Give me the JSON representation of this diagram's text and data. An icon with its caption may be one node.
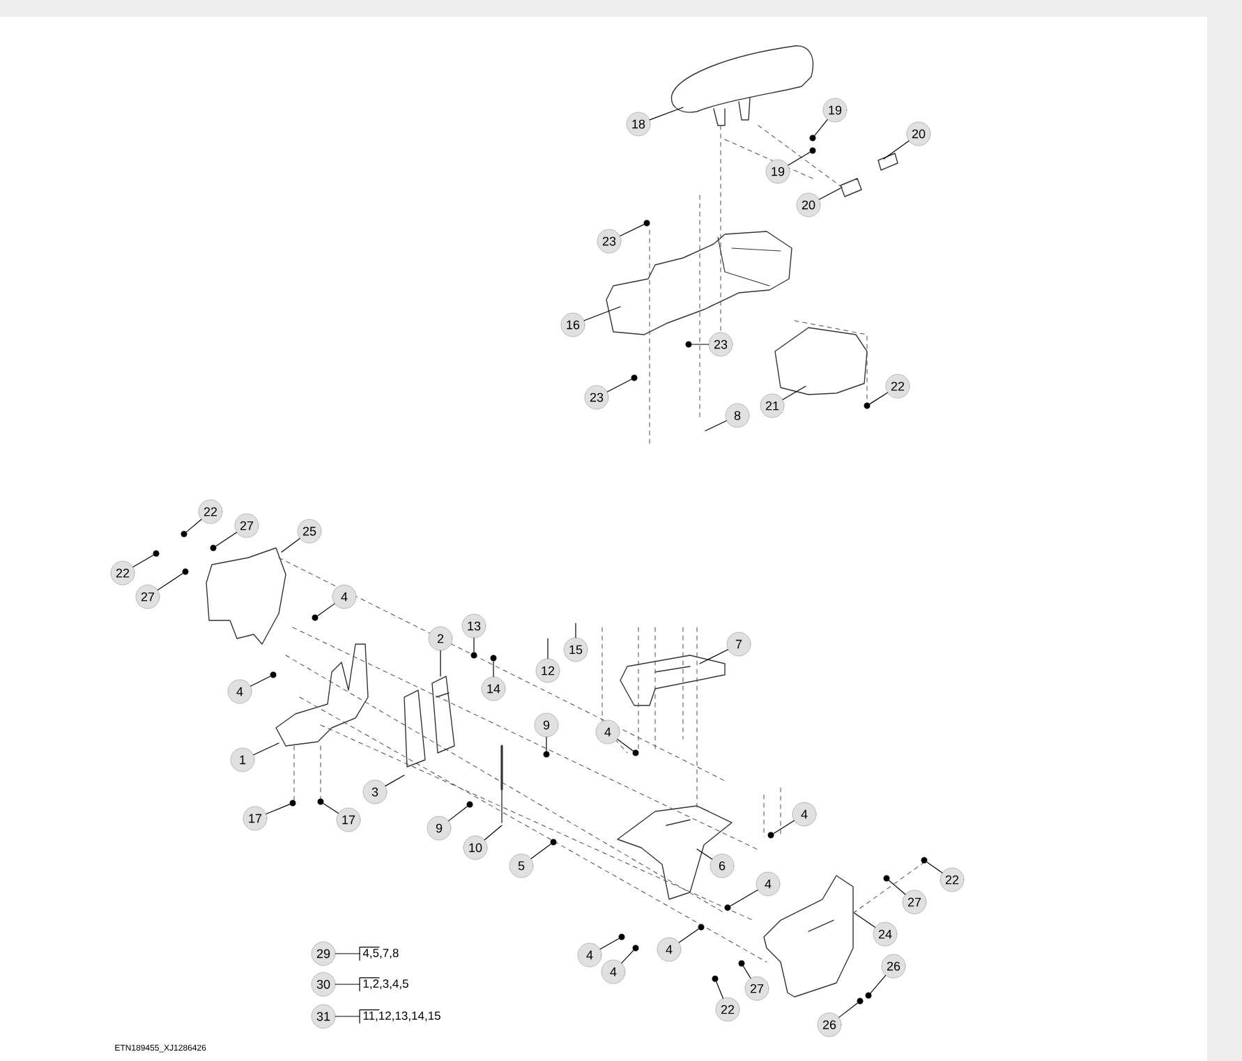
{
  "diagram": {
    "nodes": [
      {
        "text": [
          "18"
        ]
      },
      {
        "text": [
          "19"
        ]
      },
      {
        "text": [
          "19"
        ]
      },
      {
        "text": [
          "20"
        ]
      },
      {
        "text": [
          "20"
        ]
      },
      {
        "text": [
          "23"
        ]
      },
      {
        "text": [
          "16"
        ]
      },
      {
        "text": [
          "23"
        ]
      },
      {
        "text": [
          "23"
        ]
      },
      {
        "text": [
          "21"
        ]
      },
      {
        "text": [
          "22"
        ]
      },
      {
        "text": [
          "8"
        ]
      },
      {
        "text": [
          "22"
        ]
      },
      {
        "text": [
          "27"
        ]
      },
      {
        "text": [
          "25"
        ]
      },
      {
        "text": [
          "22"
        ]
      },
      {
        "text": [
          "27"
        ]
      },
      {
        "text": [
          "4"
        ]
      },
      {
        "text": [
          "2"
        ]
      },
      {
        "text": [
          "13"
        ]
      },
      {
        "text": [
          "15"
        ]
      },
      {
        "text": [
          "12"
        ]
      },
      {
        "text": [
          "14"
        ]
      },
      {
        "text": [
          "7"
        ]
      },
      {
        "text": [
          "4"
        ]
      },
      {
        "text": [
          "9"
        ]
      },
      {
        "text": [
          "1"
        ]
      },
      {
        "text": [
          "4"
        ]
      },
      {
        "text": [
          "3"
        ]
      },
      {
        "text": [
          "17"
        ]
      },
      {
        "text": [
          "17"
        ]
      },
      {
        "text": [
          "9"
        ]
      },
      {
        "text": [
          "10"
        ]
      },
      {
        "text": [
          "5"
        ]
      },
      {
        "text": [
          "6"
        ]
      },
      {
        "text": [
          "4"
        ]
      },
      {
        "text": [
          "4"
        ]
      },
      {
        "text": [
          "27"
        ]
      },
      {
        "text": [
          "22"
        ]
      },
      {
        "text": [
          "24"
        ]
      },
      {
        "text": [
          "4"
        ]
      },
      {
        "text": [
          "4"
        ]
      },
      {
        "text": [
          "4"
        ]
      },
      {
        "text": [
          "22"
        ]
      },
      {
        "text": [
          "27"
        ]
      },
      {
        "text": [
          "26"
        ]
      },
      {
        "text": [
          "26"
        ]
      },
      {
        "text": [
          "29"
        ]
      },
      {
        "text": [
          "30"
        ]
      },
      {
        "text": [
          "31"
        ]
      },
      {
        "text": [
          "4,5,7,8"
        ]
      },
      {
        "text": [
          "1,2,3,4,5"
        ]
      },
      {
        "text": [
          "11,12,13,14,15"
        ]
      },
      {
        "text": [],
        "shape": "circle"
      },
      {
        "text": [],
        "shape": "circle"
      },
      {
        "text": [],
        "shape": "circle"
      },
      {
        "text": [],
        "shape": "circle"
      },
      {
        "text": [],
        "shape": "circle"
      },
      {
        "text": [],
        "shape": "circle"
      },
      {
        "text": [],
        "shape": "circle"
      },
      {
        "text": [],
        "shape": "circle"
      },
      {
        "text": [],
        "shape": "circle"
      },
      {
        "text": [],
        "shape": "circle"
      },
      {
        "text": [],
        "shape": "circle"
      },
      {
        "text": [],
        "shape": "circle"
      },
      {
        "text": [],
        "shape": "circle"
      },
      {
        "text": [],
        "shape": "circle"
      },
      {
        "text": [],
        "shape": "circle"
      },
      {
        "text": [],
        "shape": "circle"
      },
      {
        "text": [],
        "shape": "circle"
      },
      {
        "text": [],
        "shape": "circle"
      },
      {
        "text": [],
        "shape": "circle"
      },
      {
        "text": [],
        "shape": "circle"
      },
      {
        "text": [],
        "shape": "circle"
      },
      {
        "text": [],
        "shape": "circle"
      },
      {
        "text": [],
        "shape": "circle"
      },
      {
        "text": [],
        "shape": "circle"
      },
      {
        "text": [],
        "shape": "circle"
      },
      {
        "text": [],
        "shape": "circle"
      },
      {
        "text": [],
        "shape": "circle"
      },
      {
        "text": [],
        "shape": "circle"
      },
      {
        "text": [],
        "shape": "circle"
      },
      {
        "text": [],
        "shape": "circle"
      },
      {
        "text": [],
        "shape": "circle"
      }
    ],
    "edges": [
      {
        "from": 0,
        "to": null,
        "arrow": "none"
      },
      {
        "from": 1,
        "to": 53,
        "arrow": "none"
      },
      {
        "from": 2,
        "to": 54,
        "arrow": "none"
      },
      {
        "from": 3,
        "to": null,
        "arrow": "none"
      },
      {
        "from": 4,
        "to": null,
        "arrow": "none"
      },
      {
        "from": 5,
        "to": 55,
        "arrow": "none"
      },
      {
        "from": 6,
        "to": null,
        "arrow": "none"
      },
      {
        "from": 7,
        "to": 56,
        "arrow": "none"
      },
      {
        "from": 8,
        "to": 57,
        "arrow": "none"
      },
      {
        "from": 9,
        "to": null,
        "arrow": "none"
      },
      {
        "from": 10,
        "to": 58,
        "arrow": "none"
      },
      {
        "from": 11,
        "to": null,
        "arrow": "none"
      },
      {
        "from": 12,
        "to": 59,
        "arrow": "none"
      },
      {
        "from": 13,
        "to": 60,
        "arrow": "none"
      },
      {
        "from": 14,
        "to": null,
        "arrow": "none"
      },
      {
        "from": 15,
        "to": 61,
        "arrow": "none"
      },
      {
        "from": 16,
        "to": 62,
        "arrow": "none"
      },
      {
        "from": 17,
        "to": 63,
        "arrow": "none"
      },
      {
        "from": 18,
        "to": null,
        "arrow": "none"
      },
      {
        "from": 19,
        "to": 64,
        "arrow": "none"
      },
      {
        "from": 20,
        "to": null,
        "arrow": "none"
      },
      {
        "from": 21,
        "to": null,
        "arrow": "none"
      },
      {
        "from": 22,
        "to": 65,
        "arrow": "none"
      },
      {
        "from": 23,
        "to": null,
        "arrow": "none"
      },
      {
        "from": 24,
        "to": 66,
        "arrow": "none"
      },
      {
        "from": 25,
        "to": 67,
        "arrow": "none"
      },
      {
        "from": 26,
        "to": null,
        "arrow": "none"
      },
      {
        "from": 27,
        "to": 68,
        "arrow": "none"
      },
      {
        "from": 28,
        "to": null,
        "arrow": "none"
      },
      {
        "from": 29,
        "to": 69,
        "arrow": "none"
      },
      {
        "from": 30,
        "to": 70,
        "arrow": "none"
      },
      {
        "from": 31,
        "to": 71,
        "arrow": "none"
      },
      {
        "from": 32,
        "to": null,
        "arrow": "none"
      },
      {
        "from": 33,
        "to": 72,
        "arrow": "none"
      },
      {
        "from": 34,
        "to": null,
        "arrow": "none"
      },
      {
        "from": 35,
        "to": 73,
        "arrow": "none"
      },
      {
        "from": 36,
        "to": 74,
        "arrow": "none"
      },
      {
        "from": 37,
        "to": 75,
        "arrow": "none"
      },
      {
        "from": 38,
        "to": 76,
        "arrow": "none"
      },
      {
        "from": 39,
        "to": null,
        "arrow": "none"
      },
      {
        "from": 40,
        "to": 77,
        "arrow": "none"
      },
      {
        "from": 41,
        "to": 78,
        "arrow": "none"
      },
      {
        "from": 42,
        "to": 79,
        "arrow": "none"
      },
      {
        "from": 43,
        "to": 80,
        "arrow": "none"
      },
      {
        "from": 44,
        "to": 81,
        "arrow": "none"
      },
      {
        "from": 45,
        "to": 82,
        "arrow": "none"
      },
      {
        "from": 46,
        "to": 83,
        "arrow": "none"
      },
      {
        "from": 47,
        "to": 50,
        "arrow": "none"
      },
      {
        "from": 48,
        "to": 51,
        "arrow": "none"
      },
      {
        "from": 49,
        "to": 52,
        "arrow": "none"
      }
    ],
    "labels": [
      "ETN189455_XJ1286426"
    ]
  }
}
